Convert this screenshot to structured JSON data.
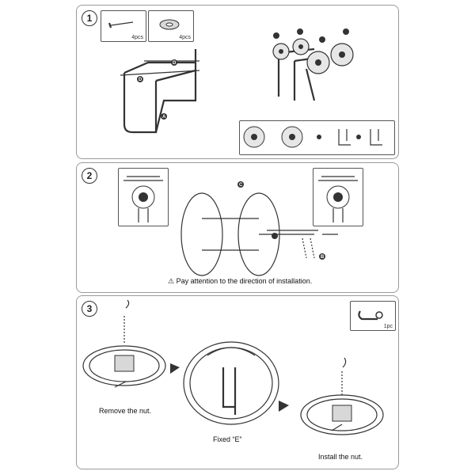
{
  "steps": [
    {
      "number": "1",
      "parts": [
        {
          "icon": "bolt-icon",
          "qty": "4pcs"
        },
        {
          "icon": "washer-icon",
          "qty": "4pcs"
        }
      ]
    },
    {
      "number": "2",
      "note": "Pay attention to the direction of installation."
    },
    {
      "number": "3",
      "tool": {
        "icon": "wrench-icon",
        "qty": "1pc"
      },
      "captions": {
        "remove": "Remove the nut.",
        "fixed": "Fixed “E”",
        "install": "Install the nut."
      }
    }
  ],
  "part_labels": [
    "A",
    "B",
    "C",
    "D",
    "E"
  ]
}
